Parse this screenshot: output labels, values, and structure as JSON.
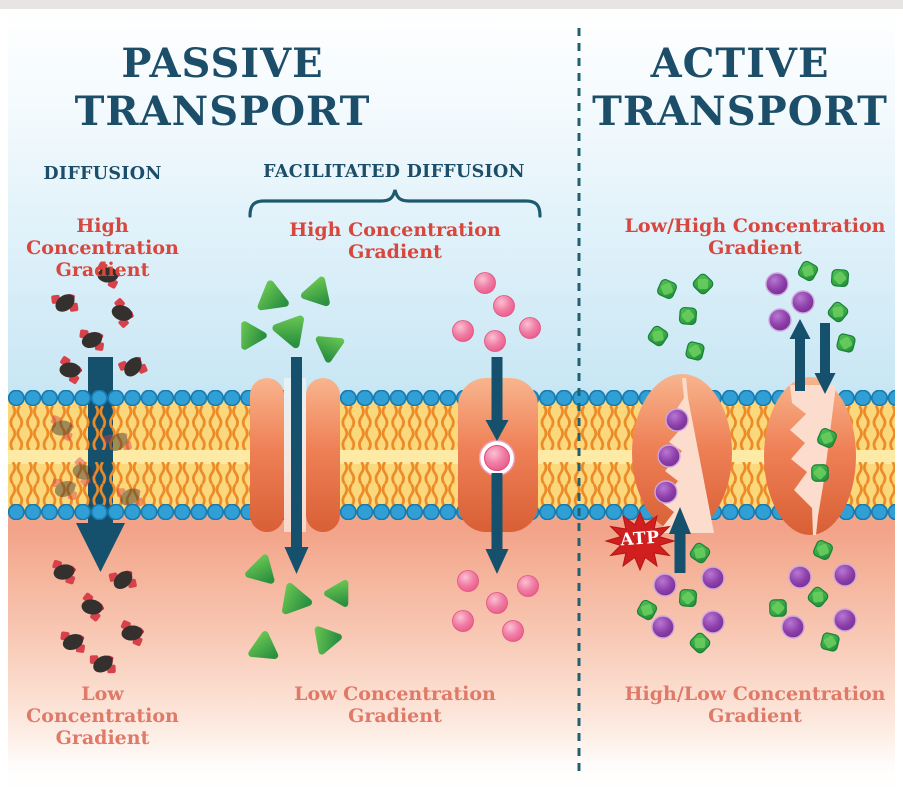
{
  "titles": {
    "passive": [
      "PASSIVE",
      "TRANSPORT"
    ],
    "active": [
      "ACTIVE",
      "TRANSPORT"
    ]
  },
  "headings": {
    "diffusion": "DIFFUSION",
    "facilitated": "FACILITATED DIFFUSION"
  },
  "labels": {
    "diffusion_top": [
      "High Concentration",
      "Gradient"
    ],
    "facilitated_top": [
      "High Concentration",
      "Gradient"
    ],
    "active_top": [
      "Low/High Concentration",
      "Gradient"
    ],
    "diffusion_bottom": [
      "Low Concentration",
      "Gradient"
    ],
    "facilitated_bottom": [
      "Low Concentration",
      "Gradient"
    ],
    "active_bottom": [
      "High/Low Concentration",
      "Gradient"
    ]
  },
  "atp_badge": "ATP",
  "colors": {
    "title_text": "#1c4e69",
    "label_red": "#d8473d",
    "label_salmon": "#e07a68",
    "arrow_teal": "#15506c",
    "membrane_yellow": "#fbd87b",
    "lipid_head_blue": "#2f9fd6",
    "lipid_tail_orange": "#ec8a28",
    "protein_orange": "#ef8157",
    "extracellular_blue_bg": "#c9e7f4",
    "intracellular_salmon_bg": "#f2a287",
    "molecule_green": "#2b9040",
    "molecule_pink": "#ee5f8d",
    "molecule_purple": "#7b2f97",
    "molecule_dark": "#33302d",
    "atp_red": "#d11f1f",
    "divider_teal": "#23606f"
  }
}
